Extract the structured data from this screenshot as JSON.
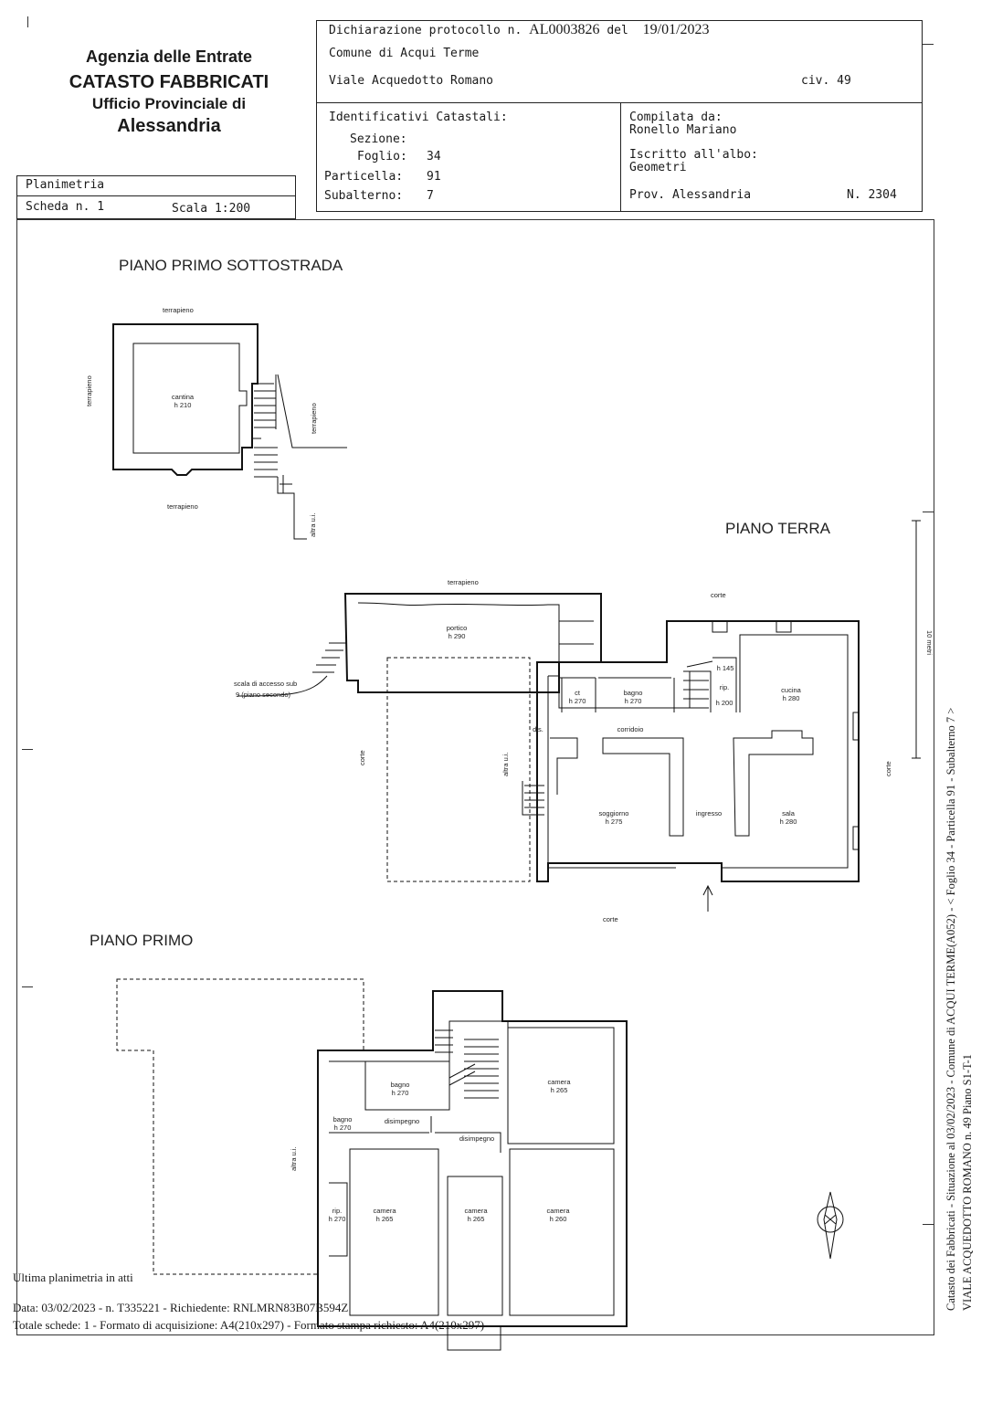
{
  "header": {
    "agency_line1": "Agenzia delle Entrate",
    "agency_line2": "CATASTO FABBRICATI",
    "agency_line3": "Ufficio Provinciale di",
    "agency_line4": "Alessandria",
    "planimetria_label": "Planimetria",
    "scheda": "Scheda n. 1",
    "scala": "Scala 1:200"
  },
  "protocol": {
    "label": "Dichiarazione protocollo n.",
    "number": "AL0003826",
    "del": "del",
    "date": "19/01/2023",
    "comune": "Comune di Acqui Terme",
    "address": "Viale Acquedotto Romano",
    "civico": "civ. 49"
  },
  "identificativi": {
    "title": "Identificativi Catastali:",
    "sezione_label": "Sezione:",
    "sezione": "",
    "foglio_label": "Foglio:",
    "foglio": "34",
    "particella_label": "Particella:",
    "particella": "91",
    "subalterno_label": "Subalterno:",
    "subalterno": "7"
  },
  "compilata": {
    "title": "Compilata da:",
    "name": "Ronello Mariano",
    "albo_label": "Iscritto all'albo:",
    "albo": "Geometri",
    "prov": "Prov. Alessandria",
    "num": "N. 2304"
  },
  "plans": {
    "sottostrada": {
      "title": "PIANO PRIMO SOTTOSTRADA",
      "terrapieno": "terrapieno",
      "cantina": "cantina",
      "cantina_h": "h 210",
      "altra_ui": "altra u.i."
    },
    "terra": {
      "title": "PIANO TERRA",
      "terrapieno": "terrapieno",
      "corte": "corte",
      "portico": "portico",
      "portico_h": "h 290",
      "scala_note_1": "scala di accesso sub",
      "scala_note_2": "9 (piano secondo)",
      "ct": "ct",
      "ct_h": "h 270",
      "bagno": "bagno",
      "bagno_h": "h 270",
      "h145": "h 145",
      "rip": "rip.",
      "rip_h": "h 200",
      "cucina": "cucina",
      "cucina_h": "h 280",
      "dis": "dis.",
      "corridoio": "corridoio",
      "altra_ui": "altra u.i.",
      "soggiorno": "soggiorno",
      "soggiorno_h": "h 275",
      "ingresso": "ingresso",
      "sala": "sala",
      "sala_h": "h 280"
    },
    "primo": {
      "title": "PIANO PRIMO",
      "bagno": "bagno",
      "bagno1_h": "h 270",
      "bagno2_h": "h 270",
      "disimpegno": "disimpegno",
      "camera": "camera",
      "camera_tr_h": "h 265",
      "rip": "rip.",
      "rip_h": "h 270",
      "camera1_h": "h 265",
      "camera2_h": "h 265",
      "camera3_h": "h 260",
      "altra_ui": "altra u.i."
    }
  },
  "side_text": {
    "line1": "Catasto dei Fabbricati - Situazione al 03/02/2023 - Comune di ACQUI TERME(A052) - < Foglio 34 - Particella 91 - Subalterno 7 >",
    "line2": "VIALE ACQUEDOTTO ROMANO n. 49 Piano S1-T-1",
    "scale_bar": "10 metri"
  },
  "footer": {
    "line1": "Ultima planimetria in atti",
    "line2": "Data: 03/02/2023 - n. T335221 - Richiedente: RNLMRN83B07B594Z",
    "line3": "Totale schede: 1 - Formato di acquisizione: A4(210x297) - Formato stampa richiesto: A4(210x297)"
  }
}
